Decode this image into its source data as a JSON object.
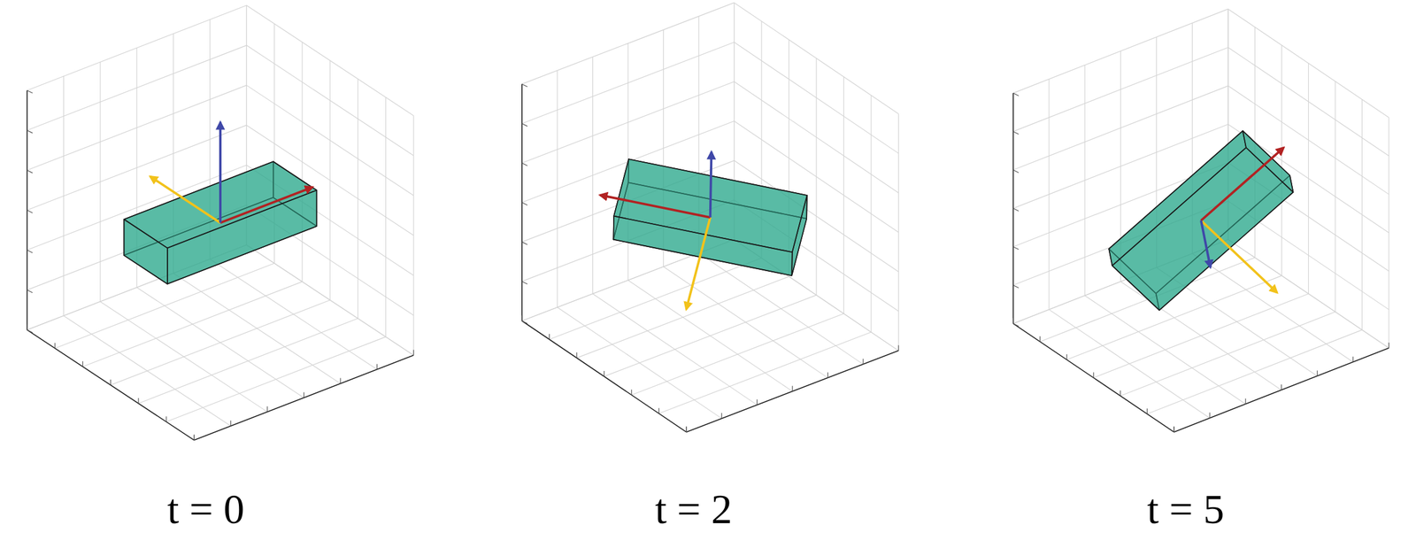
{
  "diagram": {
    "labels": [
      "t = 0",
      "t = 2",
      "t = 5"
    ]
  }
}
